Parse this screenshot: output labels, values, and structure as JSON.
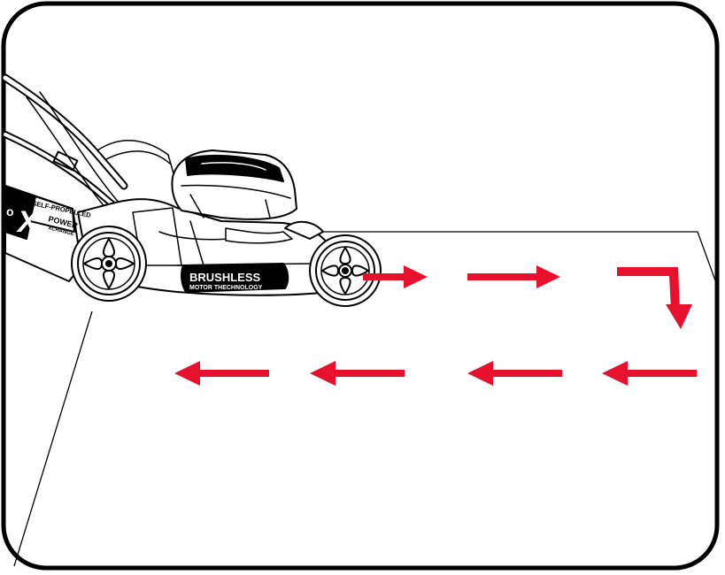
{
  "labels": {
    "badge_top": "SELF-PROPELLED",
    "badge_letter": "X",
    "badge_partial": "o",
    "badge_power": "POWER",
    "badge_xchange": "XCHANGE",
    "motor_main": "BRUSHLESS",
    "motor_sub": "MOTOR THECHNOLOGY"
  },
  "colors": {
    "arrow": "#e8112d",
    "line": "#000000",
    "background": "#ffffff"
  },
  "mowing_pattern": {
    "row_1_direction": "right",
    "turn_direction": "down",
    "row_2_direction": "left",
    "row_1_arrow_count": 3,
    "row_2_arrow_count": 4
  }
}
